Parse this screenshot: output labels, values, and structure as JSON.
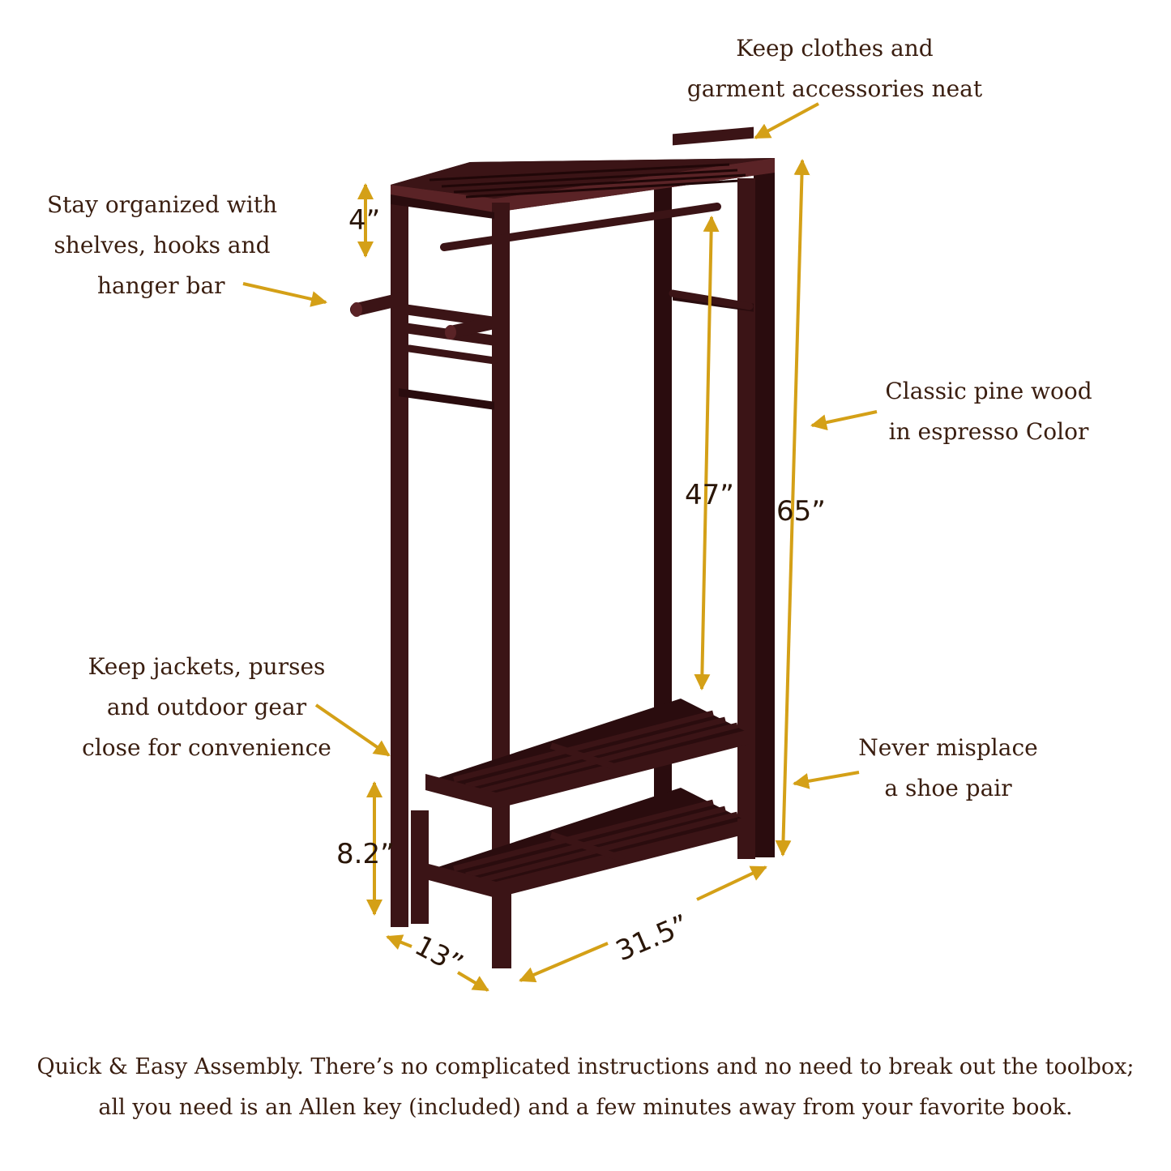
{
  "annotations": {
    "top_right": [
      "Keep clothes and",
      "garment accessories neat"
    ],
    "top_left": [
      "Stay organized with",
      "shelves, hooks and",
      "hanger bar"
    ],
    "mid_right": [
      "Classic pine wood",
      "in espresso Color"
    ],
    "bottom_left": [
      "Keep jackets, purses",
      "and outdoor gear",
      "close for convenience"
    ],
    "bottom_right": [
      "Never misplace",
      "a shoe pair"
    ]
  },
  "dimensions": {
    "top_gap": "4”",
    "hanging_space": "47”",
    "total_height": "65”",
    "shelf_gap": "8.2”",
    "width": "31.5”",
    "depth": "13”"
  },
  "footer": [
    "Quick & Easy Assembly. There’s no complicated instructions and no need to break out the toolbox;",
    "all you need is an Allen key (included) and a few minutes away from your favorite book."
  ],
  "colors": {
    "wood": "#3b1416",
    "wood_dark": "#2a0c0e",
    "wood_light": "#5a2326",
    "arrow": "#d4a017",
    "text": "#3a1e10"
  }
}
